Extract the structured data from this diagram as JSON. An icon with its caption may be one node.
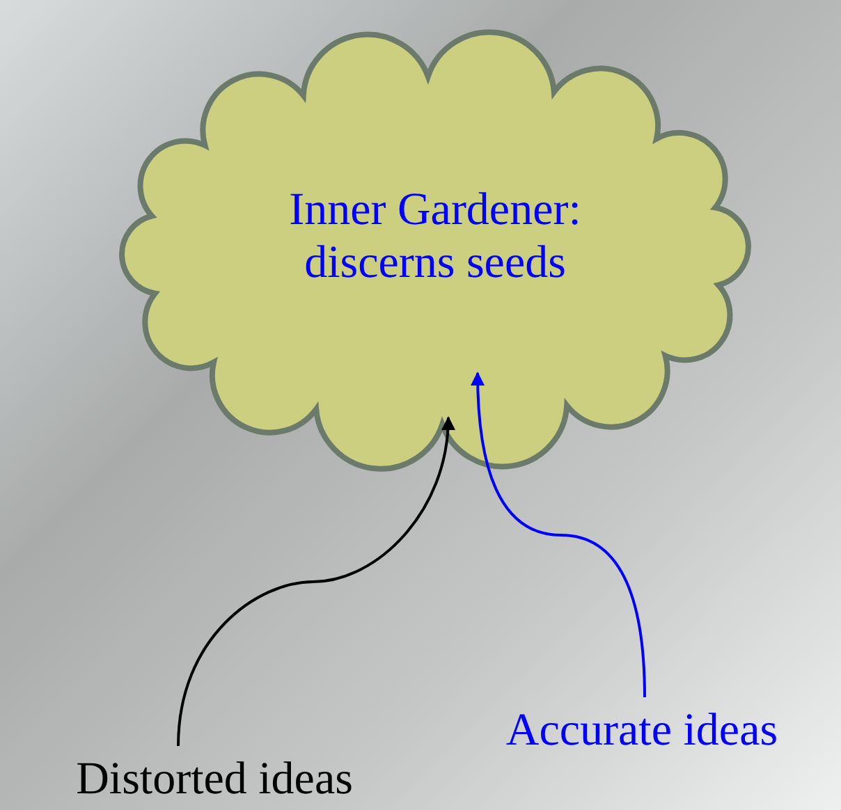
{
  "diagram": {
    "nodes": [
      {
        "text": [
          "Inner Gardener: discerns seeds"
        ]
      },
      {
        "text": [
          "Distorted ideas"
        ]
      },
      {
        "text": [
          "Accurate ideas"
        ]
      }
    ],
    "edges": [
      {
        "from": 1,
        "to": 0,
        "arrow": "to",
        "color": "#000000"
      },
      {
        "from": 2,
        "to": 0,
        "arrow": "to",
        "color": "#0000ff"
      }
    ]
  }
}
